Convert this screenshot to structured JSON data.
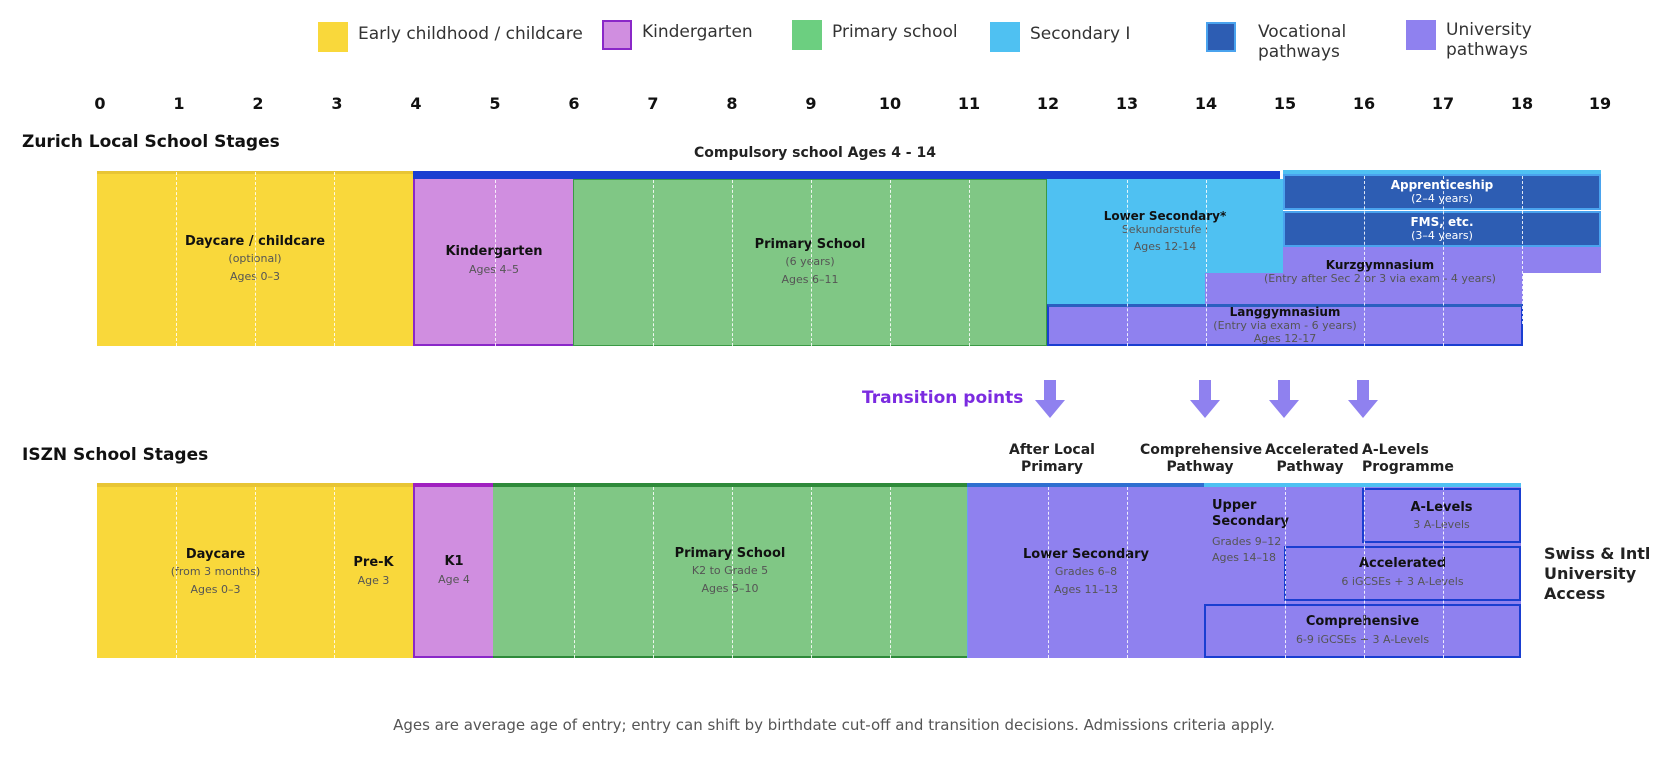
{
  "legend": [
    {
      "label": "Early childhood / childcare",
      "color": "#f9d83b"
    },
    {
      "label": "Kindergarten",
      "color": "#d08ee0"
    },
    {
      "label": "Primary school",
      "color": "#6ccf80"
    },
    {
      "label": "Secondary I",
      "color": "#4fc1f2"
    },
    {
      "label": "Vocational pathways",
      "color": "#2d5db3"
    },
    {
      "label": "University pathways",
      "color": "#8f81ef"
    }
  ],
  "age_axis": [
    "0",
    "1",
    "2",
    "3",
    "4",
    "5",
    "6",
    "7",
    "8",
    "9",
    "10",
    "11",
    "12",
    "13",
    "14",
    "15",
    "16",
    "17",
    "18",
    "19"
  ],
  "zurich": {
    "title": "Zurich Local School Stages",
    "compulsory_label": "Compulsory school Ages 4 - 14",
    "daycare": {
      "title": "Daycare / childcare",
      "sub": "(optional)",
      "ages": "Ages 0–3"
    },
    "kindergarten": {
      "title": "Kindergarten",
      "ages": "Ages 4–5"
    },
    "primary": {
      "title": "Primary School",
      "sub": "(6 years)",
      "ages": "Ages 6–11"
    },
    "lower_secondary": {
      "title": "Lower Secondary*",
      "sub": "Sekundarstufe I",
      "ages": "Ages 12-14"
    },
    "apprenticeship": {
      "title": "Apprenticeship",
      "sub": "(2–4 years)"
    },
    "fms": {
      "title": "FMS, etc.",
      "sub": "(3–4 years)"
    },
    "kurzgymnasium": {
      "title": "Kurzgymnasium",
      "sub": "(Entry after Sec 2 or 3 via exam - 4 years)"
    },
    "langgymnasium": {
      "title": "Langgymnasium",
      "sub": "(Entry via exam - 6 years)",
      "ages": "Ages 12-17"
    }
  },
  "transition_label": "Transition points",
  "transitions": [
    "After Local Primary",
    "Comprehensive Pathway",
    "Accelerated Pathway",
    "A-Levels Programme"
  ],
  "iszn": {
    "title": "ISZN School Stages",
    "daycare": {
      "title": "Daycare",
      "sub": "(from 3 months)",
      "ages": "Ages 0–3"
    },
    "prek": {
      "title": "Pre-K",
      "ages": "Age 3"
    },
    "k1": {
      "title": "K1",
      "ages": "Age 4"
    },
    "primary": {
      "title": "Primary School",
      "sub": "K2 to Grade 5",
      "ages": "Ages 5–10"
    },
    "lower_secondary": {
      "title": "Lower Secondary",
      "sub": "Grades 6–8",
      "ages": "Ages 11–13"
    },
    "upper_secondary": {
      "title": "Upper Secondary",
      "sub": "Grades 9–12",
      "ages": "Ages 14–18"
    },
    "alevels": {
      "title": "A-Levels",
      "sub": "3 A-Levels"
    },
    "accelerated": {
      "title": "Accelerated",
      "sub": "6 iGCSEs + 3 A-Levels"
    },
    "comprehensive": {
      "title": "Comprehensive",
      "sub": "6-9 iGCSEs + 3 A-Levels"
    }
  },
  "access_label": "Swiss & Intl University Access",
  "footnote": "Ages are average age of entry; entry can shift by birthdate cut-off and transition decisions.  Admissions criteria apply."
}
